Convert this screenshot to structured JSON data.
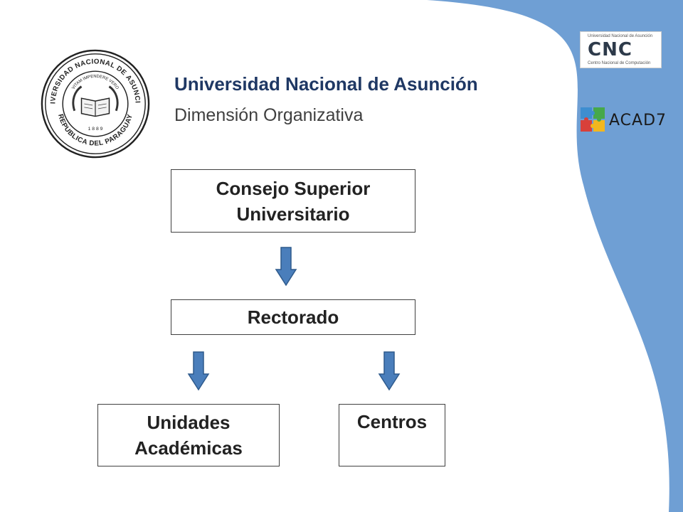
{
  "header": {
    "title": "Universidad Nacional de Asunción",
    "subtitle": "Dimensión Organizativa"
  },
  "seal": {
    "outer_text": "UNIVERSIDAD NACIONAL DE ASUNCION",
    "lower_text": "REPUBLICA DEL PARAGUAY",
    "motto": "VITAM IMPENDERE VERO",
    "year": "1 8 8 9"
  },
  "logos": {
    "cnc": {
      "top_text": "Universidad Nacional de Asunción",
      "main_text": "CNC",
      "bottom_text": "Centro Nacional de Computación"
    },
    "acad": {
      "text": "ACAD7"
    }
  },
  "diagram": {
    "nodes": {
      "consejo": {
        "line1": "Consejo Superior",
        "line2": "Universitario"
      },
      "rectorado": {
        "label": "Rectorado"
      },
      "unidades": {
        "line1": "Unidades",
        "line2": "Académicas"
      },
      "centros": {
        "label": "Centros"
      }
    }
  },
  "colors": {
    "background_shape": "#6f9fd4",
    "arrow_fill": "#4a7ebb",
    "arrow_stroke": "#2e5a8c",
    "title": "#1f3864",
    "box_border": "#404040"
  }
}
